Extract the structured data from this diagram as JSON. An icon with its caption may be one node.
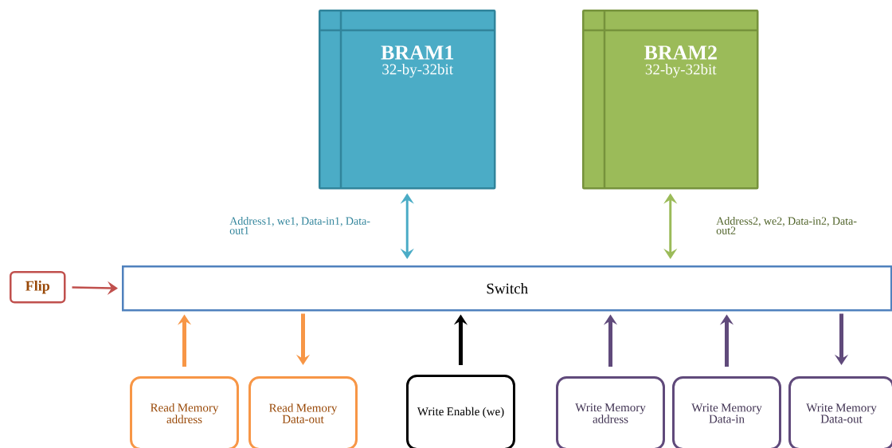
{
  "diagram": {
    "nodes": [
      {
        "text": [
          "BRAM1",
          "32-by-32bit"
        ]
      },
      {
        "text": [
          "BRAM2",
          "32-by-32bit"
        ]
      },
      {
        "text": [
          "Flip"
        ]
      },
      {
        "text": [
          "Switch"
        ]
      },
      {
        "text": [
          "Read Memory address"
        ]
      },
      {
        "text": [
          "Read Memory Data-out"
        ]
      },
      {
        "text": [
          "Write Enable (we)"
        ]
      },
      {
        "text": [
          "Write Memory address"
        ]
      },
      {
        "text": [
          "Write Memory Data-in"
        ]
      },
      {
        "text": [
          "Write Memory Data-out"
        ]
      }
    ],
    "edges": [
      {
        "from": 0,
        "to": 3,
        "arrow": "both",
        "label": "Address1, we1, Data-in1, Data-out1",
        "color": "#4bacc6"
      },
      {
        "from": 1,
        "to": 3,
        "arrow": "both",
        "label": "Address2, we2, Data-in2, Data-out2",
        "color": "#9bbb59"
      },
      {
        "from": 2,
        "to": 3,
        "arrow": "to",
        "color": "#c0504d"
      },
      {
        "from": 4,
        "to": 3,
        "arrow": "to",
        "color": "#f79646"
      },
      {
        "from": 3,
        "to": 5,
        "arrow": "to",
        "color": "#f79646"
      },
      {
        "from": 6,
        "to": 3,
        "arrow": "to",
        "color": "#000000"
      },
      {
        "from": 7,
        "to": 3,
        "arrow": "to",
        "color": "#604a7b"
      },
      {
        "from": 8,
        "to": 3,
        "arrow": "to",
        "color": "#604a7b"
      },
      {
        "from": 3,
        "to": 9,
        "arrow": "to",
        "color": "#604a7b"
      }
    ]
  }
}
